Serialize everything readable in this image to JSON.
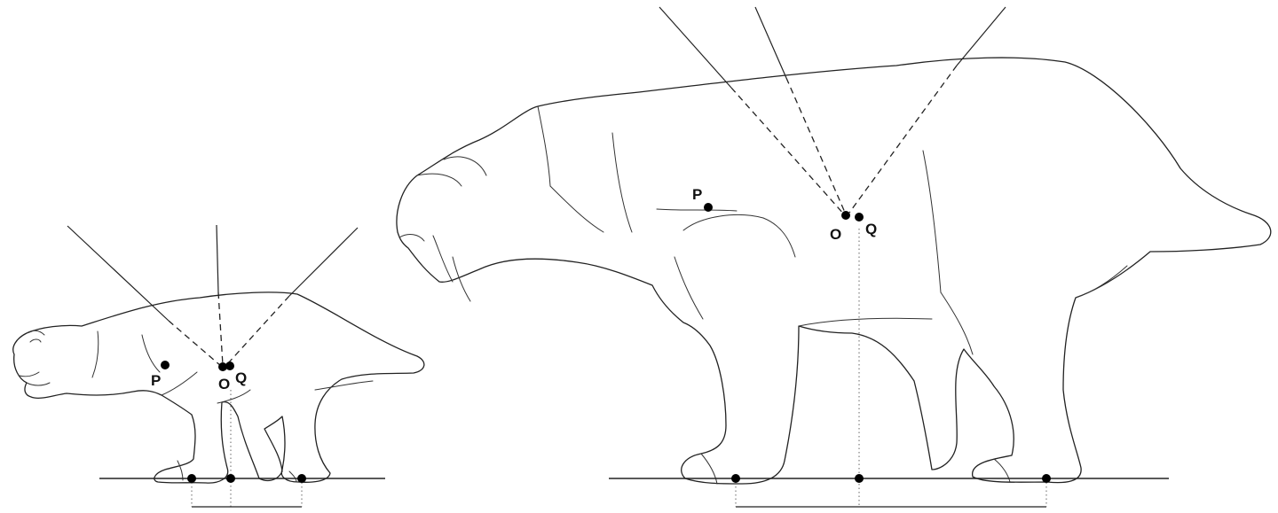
{
  "figures": [
    {
      "id": "small",
      "labels": {
        "p": "P",
        "o": "O",
        "q": "Q"
      }
    },
    {
      "id": "large",
      "labels": {
        "p": "P",
        "o": "O",
        "q": "Q"
      }
    }
  ]
}
